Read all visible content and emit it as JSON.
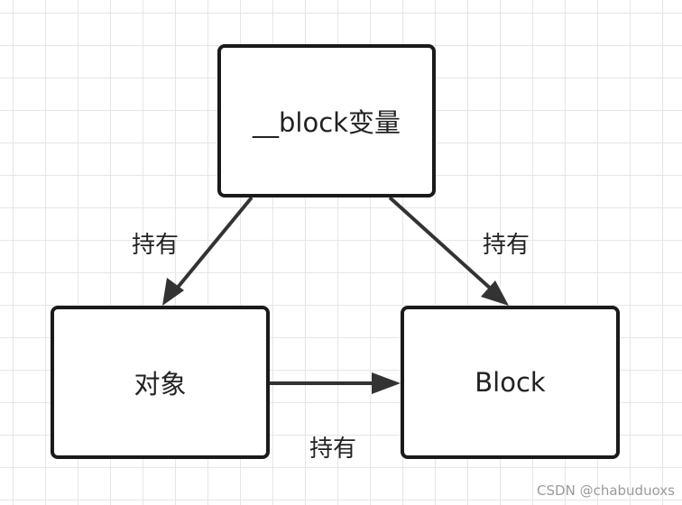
{
  "nodes": {
    "block_var": {
      "label": "__block变量"
    },
    "object": {
      "label": "对象"
    },
    "block": {
      "label": "Block"
    }
  },
  "edges": [
    {
      "from": "__block变量",
      "to": "对象",
      "label": "持有"
    },
    {
      "from": "__block变量",
      "to": "Block",
      "label": "持有"
    },
    {
      "from": "对象",
      "to": "Block",
      "label": "持有"
    }
  ],
  "watermark": "CSDN @chabuduoxs",
  "colors": {
    "stroke": "#333333",
    "text": "#222222",
    "grid": "#e6e6e6",
    "watermark": "#9a9a9a"
  }
}
